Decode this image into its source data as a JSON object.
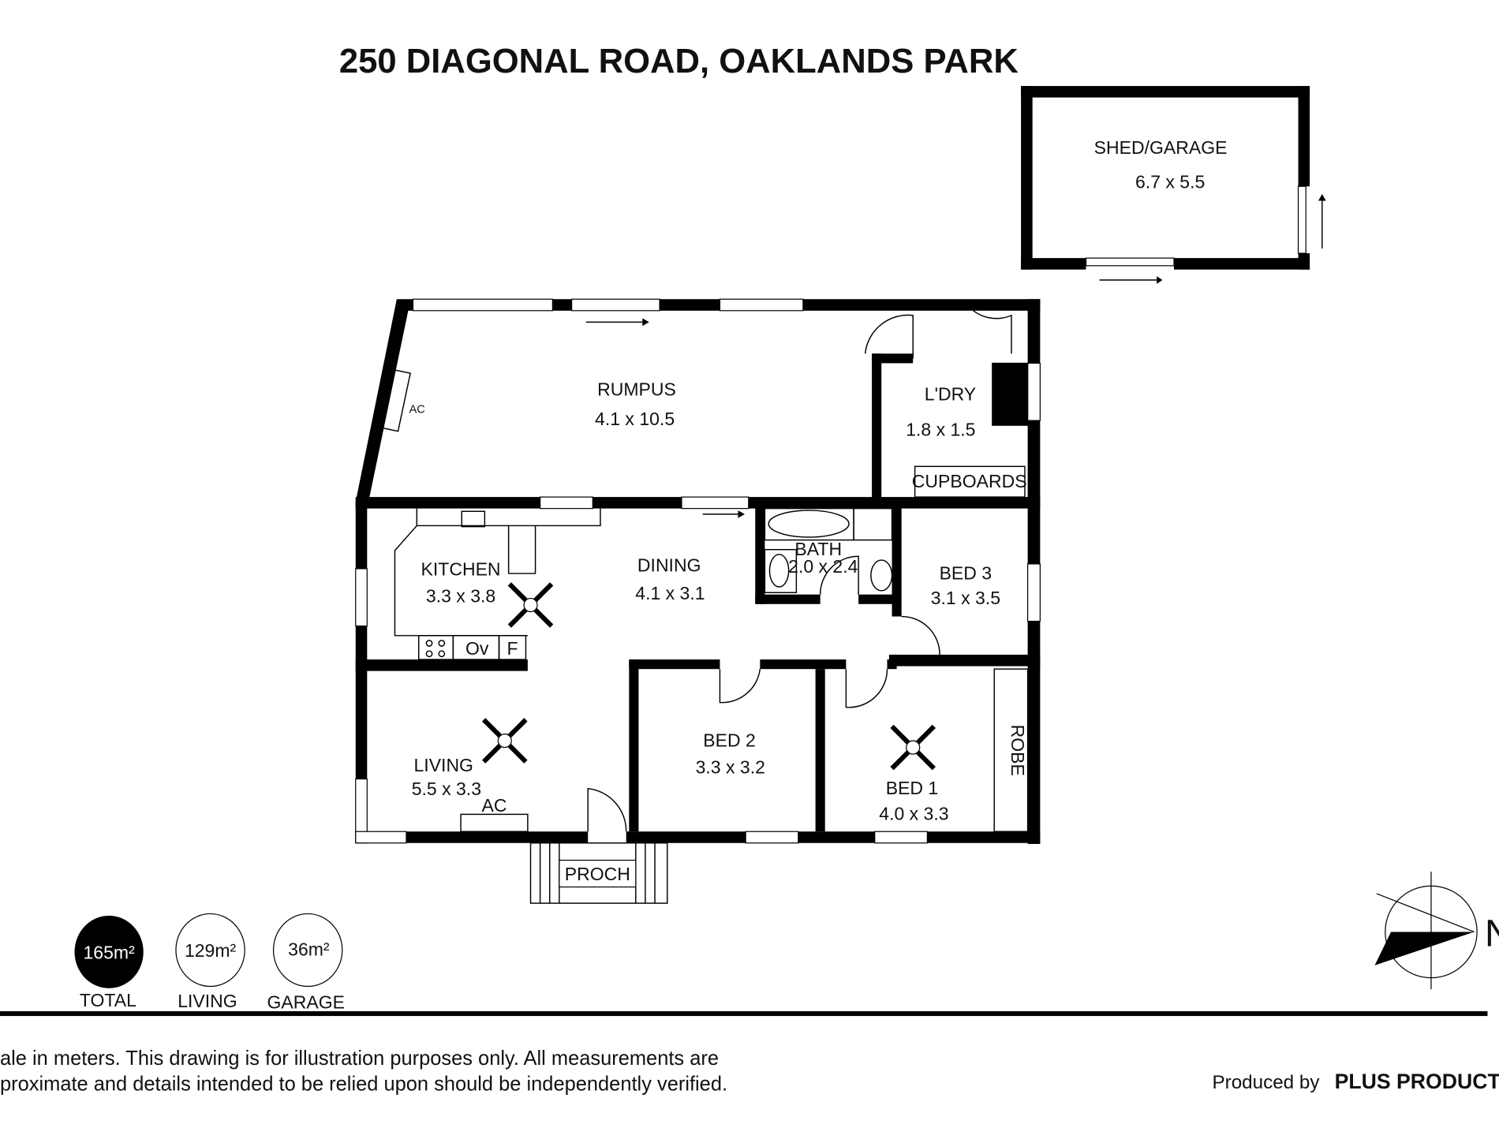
{
  "title": "250 DIAGONAL ROAD, OAKLANDS PARK",
  "rooms": {
    "shed": {
      "name": "SHED/GARAGE",
      "size": "6.7 x 5.5"
    },
    "rumpus": {
      "name": "RUMPUS",
      "size": "4.1 x 10.5"
    },
    "laundry": {
      "name": "L'DRY",
      "size": "1.8 x 1.5"
    },
    "cupboards": "CUPBOARDS",
    "kitchen": {
      "name": "KITCHEN",
      "size": "3.3 x 3.8"
    },
    "dining": {
      "name": "DINING",
      "size": "4.1 x 3.1"
    },
    "bath": {
      "name": "BATH",
      "size": "2.0 x 2.4"
    },
    "bed3": {
      "name": "BED 3",
      "size": "3.1 x 3.5"
    },
    "living": {
      "name": "LIVING",
      "size": "5.5 x 3.3"
    },
    "bed2": {
      "name": "BED 2",
      "size": "3.3 x 3.2"
    },
    "bed1": {
      "name": "BED 1",
      "size": "4.0 x 3.3"
    },
    "robe": "ROBE",
    "porch": "PROCH",
    "ac": "AC",
    "oven": "Ov",
    "fridge": "F"
  },
  "areas": [
    {
      "value": "165m²",
      "label": "TOTAL",
      "filled": true
    },
    {
      "value": "129m²",
      "label": "LIVING",
      "filled": false
    },
    {
      "value": "36m²",
      "label": "GARAGE",
      "filled": false
    }
  ],
  "compass": "N",
  "disclaimer": [
    "ale in meters. This drawing is for illustration purposes only. All measurements are",
    "proximate and details intended to be relied upon should be independently verified."
  ],
  "producer": {
    "prefix": "Produced by",
    "name": "PLUS PRODUCT"
  }
}
